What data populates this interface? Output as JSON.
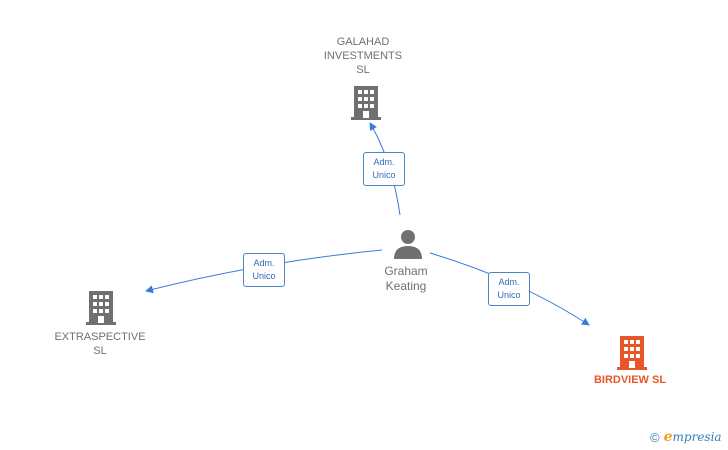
{
  "nodes": {
    "galahad": {
      "label": "GALAHAD\nINVESTMENTS\nSL"
    },
    "extraspective": {
      "label": "EXTRASPECTIVE\nSL"
    },
    "birdview": {
      "label": "BIRDVIEW  SL"
    },
    "person": {
      "label": "Graham\nKeating"
    }
  },
  "edges": [
    {
      "role_line1": "Adm.",
      "role_line2": "Unico"
    },
    {
      "role_line1": "Adm.",
      "role_line2": "Unico"
    },
    {
      "role_line1": "Adm.",
      "role_line2": "Unico"
    }
  ],
  "colors": {
    "edge": "#3a7bd5",
    "building": "#707070",
    "highlight": "#e8572a"
  },
  "footer": {
    "copyright_symbol": "©",
    "brand_initial": "e",
    "brand_rest": "mpresia"
  }
}
